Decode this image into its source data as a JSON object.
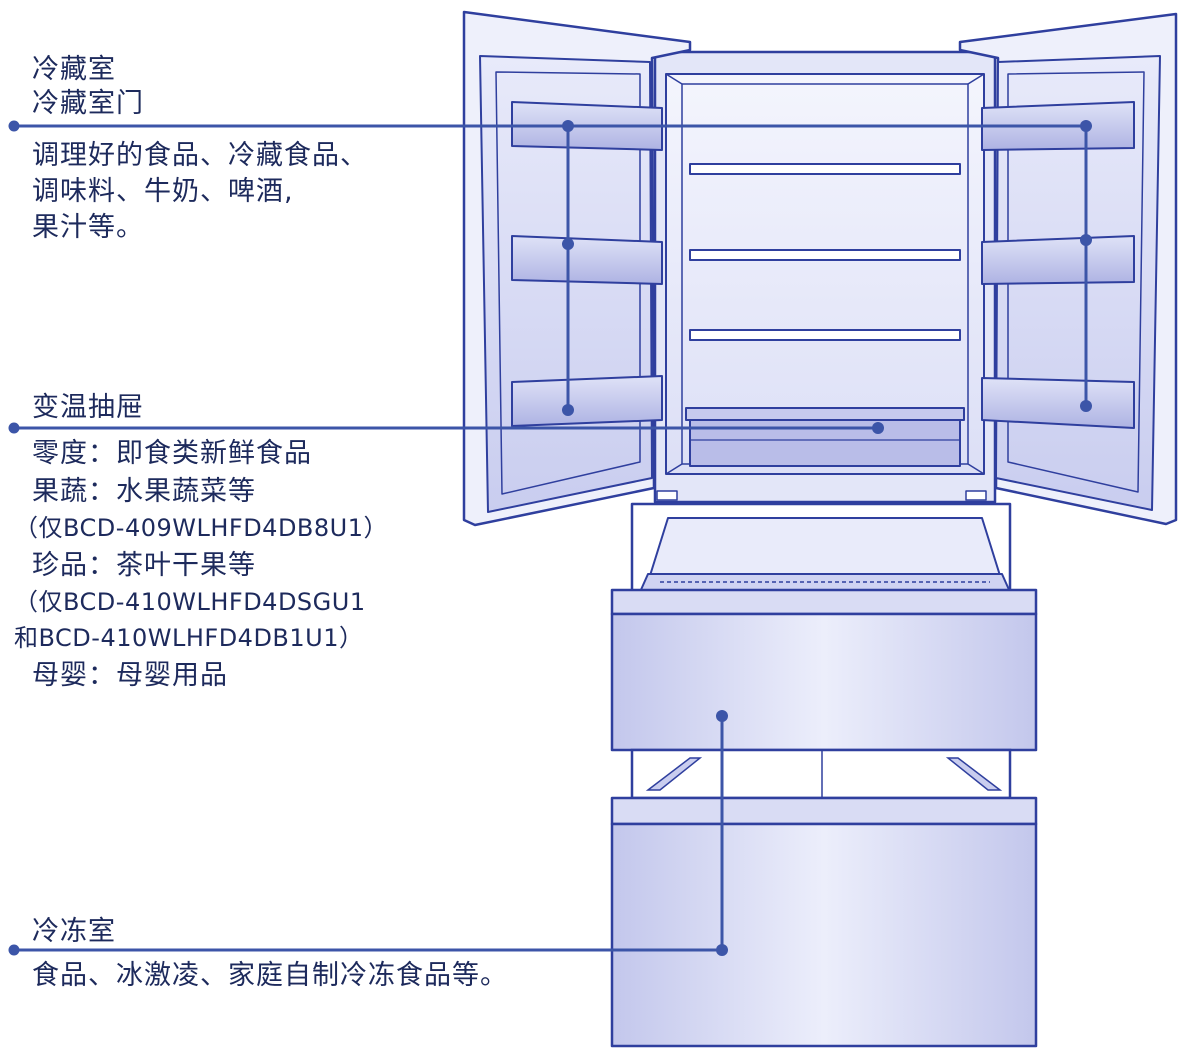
{
  "colors": {
    "outline": "#2f3f9e",
    "line": "#3c55a8",
    "fill_light": "#eef0fb",
    "fill_mid": "#d3d6f1",
    "fill_dark": "#b4b8e6",
    "text": "#1d2a5c",
    "background": "#ffffff"
  },
  "labels": {
    "fridge": {
      "title1": "冷藏室",
      "title2": "冷藏室门",
      "line1": "调理好的食品、冷藏食品、",
      "line2": "调味料、牛奶、啤酒,",
      "line3": "果汁等。"
    },
    "drawer": {
      "title": "变温抽屉",
      "line1": "零度：即食类新鲜食品",
      "line2": "果蔬：水果蔬菜等",
      "line3": "（仅BCD-409WLHFD4DB8U1）",
      "line4": "珍品：茶叶干果等",
      "line5": "（仅BCD-410WLHFD4DSGU1",
      "line6": "和BCD-410WLHFD4DB1U1）",
      "line7": "母婴：母婴用品"
    },
    "freezer": {
      "title": "冷冻室",
      "line1": "食品、冰激凌、家庭自制冷冻食品等。"
    }
  }
}
